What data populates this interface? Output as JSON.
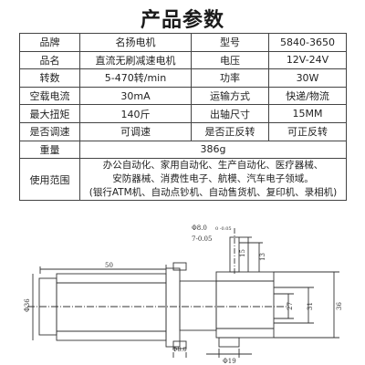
{
  "title": "产品参数",
  "rows": [
    {
      "l1": "品牌",
      "v1": "名扬电机",
      "l2": "型号",
      "v2": "5840-3650"
    },
    {
      "l1": "品名",
      "v1": "直流无刷减速电机",
      "l2": "电压",
      "v2": "12V-24V"
    },
    {
      "l1": "转数",
      "v1": "5-470转/min",
      "l2": "功率",
      "v2": "30W"
    },
    {
      "l1": "空载电流",
      "v1": "30mA",
      "l2": "运输方式",
      "v2": "快递/物流"
    },
    {
      "l1": "最大扭矩",
      "v1": "140斤",
      "l2": "出轴尺寸",
      "v2": "15MM"
    },
    {
      "l1": "是否调速",
      "v1": "可调速",
      "l2": "是否正反转",
      "v2": "可正反转"
    }
  ],
  "weight": {
    "label": "重量",
    "value": "386g"
  },
  "usage": {
    "label": "使用范围",
    "line1": "办公自动化、家用自动化、生产自动化、医疗器械、",
    "line2": "安防器械、消费性电子、航模、汽车电子领域。",
    "line3": "(银行ATM机、自动点钞机、自动售货机、复印机、录相机)"
  },
  "drawing": {
    "dims": {
      "shaft_dia": "Φ8.0",
      "shaft_tol": "0 -0.05",
      "key": "7-0.05",
      "d15": "15",
      "d13": "13",
      "len50": "50",
      "dia36": "Φ36",
      "d27": "27",
      "d31": "31",
      "d36": "36",
      "bolt": "Φ8.0",
      "boss": "Φ19"
    }
  }
}
